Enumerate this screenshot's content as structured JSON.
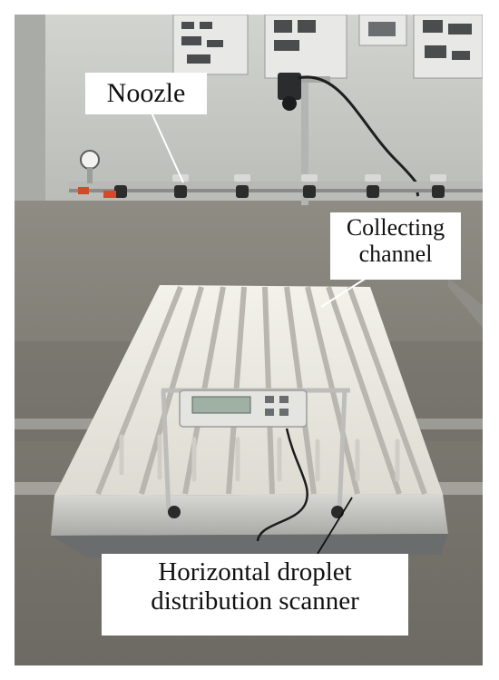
{
  "labels": {
    "nozzle": "Noozle",
    "channel_line1": "Collecting",
    "channel_line2": "channel",
    "scanner_line1": "Horizontal droplet",
    "scanner_line2": "distribution scanner"
  },
  "colors": {
    "wall": "#c9cbc7",
    "floor": "#7d7a72",
    "tray": "#e9e7df",
    "pipe": "#b8b8b8",
    "label_bg": "#ffffff",
    "label_text": "#111111"
  }
}
